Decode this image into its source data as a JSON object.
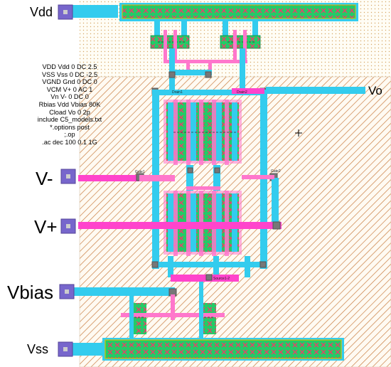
{
  "pins": {
    "vdd": "Vdd",
    "vo": "Vo",
    "vminus": "V-",
    "vplus": "V+",
    "vbias": "Vbias",
    "vss": "Vss"
  },
  "netlist": [
    "VDD Vdd 0 DC 2.5",
    "VSS Vss 0 DC -2.5",
    "VGND Gnd 0 DC 0",
    "VCM V+ 0 AC 1",
    "Vn V- 0 DC 0",
    "Rbias Vdd Vbias 80K",
    "Cload Vo 0 2p",
    "include C5_models.txt",
    "*.options post",
    ";.op",
    ".ac dec 100 0.1 1G"
  ],
  "tags": {
    "drain1": "Drain1",
    "drain2": "Drain2",
    "gate1": "Gate1",
    "gate2": "Gate2",
    "source12": "Source1-2"
  },
  "colors": {
    "metal1": "#33ccee",
    "poly": "#ff77cc",
    "active": "#22cc66",
    "nwell_hatch": "#d9a860",
    "pwell_hatch": "#c47a3a",
    "contact": "#777777",
    "pin_box": "#7766cc"
  }
}
